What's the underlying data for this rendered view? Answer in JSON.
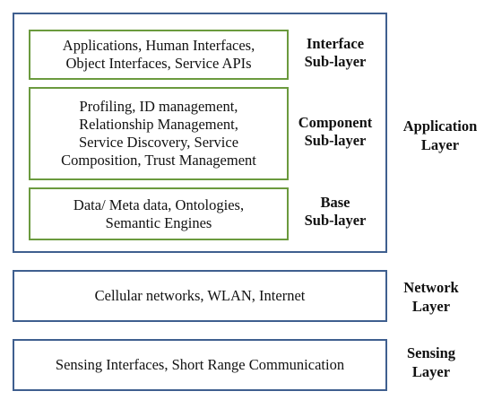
{
  "application_layer": {
    "label_lines": [
      "Application",
      "Layer"
    ],
    "sublayers": [
      {
        "box_lines": [
          "Applications, Human Interfaces,",
          "Object Interfaces, Service APIs"
        ],
        "label_lines": [
          "Interface",
          "Sub-layer"
        ]
      },
      {
        "box_lines": [
          "Profiling, ID management,",
          "Relationship Management,",
          "Service Discovery, Service",
          "Composition, Trust Management"
        ],
        "label_lines": [
          "Component",
          "Sub-layer"
        ]
      },
      {
        "box_lines": [
          "Data/ Meta data, Ontologies,",
          "Semantic Engines"
        ],
        "label_lines": [
          "Base",
          "Sub-layer"
        ]
      }
    ]
  },
  "network_layer": {
    "box_text": "Cellular networks, WLAN, Internet",
    "label_lines": [
      "Network",
      "Layer"
    ]
  },
  "sensing_layer": {
    "box_text": "Sensing Interfaces, Short Range Communication",
    "label_lines": [
      "Sensing",
      "Layer"
    ]
  }
}
